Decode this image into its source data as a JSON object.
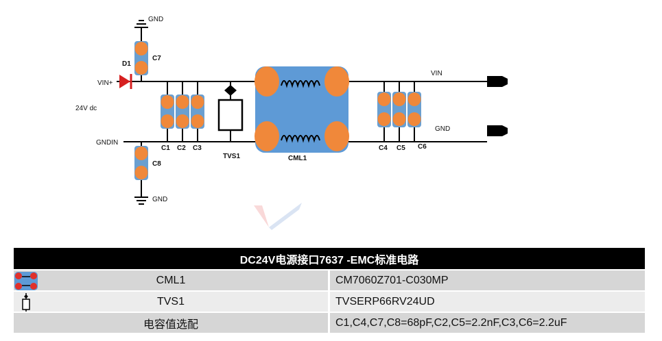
{
  "schematic": {
    "labels": {
      "gnd_top": "GND",
      "gnd_bottom": "GND",
      "vin_plus": "VIN+",
      "supply": "24V dc",
      "gndin": "GNDIN",
      "d1": "D1",
      "c7": "C7",
      "c8": "C8",
      "c1": "C1",
      "c2": "C2",
      "c3": "C3",
      "tvs1": "TVS1",
      "cml1": "CML1",
      "c4": "C4",
      "c5": "C5",
      "c6": "C6",
      "vin_out": "VIN",
      "gnd_out": "GND"
    }
  },
  "table": {
    "title": "DC24V电源接口7637 -EMC标准电路",
    "rows": [
      {
        "part": "CML1",
        "value": "CM7060Z701-C030MP",
        "icon": "common-mode-choke-icon"
      },
      {
        "part": "TVS1",
        "value": "TVSERP66RV24UD",
        "icon": "tvs-diode-icon"
      },
      {
        "part": "电容值选配",
        "value": "C1,C4,C7,C8=68pF,C2,C5=2.2nF,C3,C6=2.2uF",
        "icon": ""
      }
    ]
  },
  "colors": {
    "capacitor_body": "#6a9fd0",
    "pad_orange": "#f0883a",
    "choke_body": "#5e9ad6",
    "diode_red": "#d62020",
    "table_header": "#000000"
  }
}
